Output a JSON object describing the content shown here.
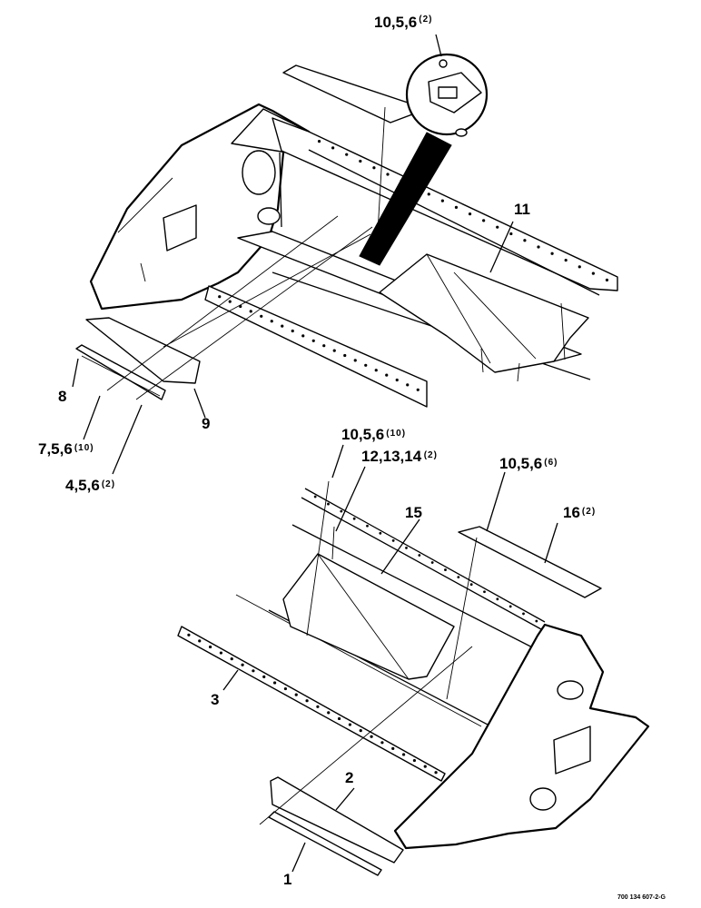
{
  "callouts": {
    "c_10_5_6_detail": {
      "text": "10,5,6",
      "qty": "(2)"
    },
    "c_11": {
      "text": "11",
      "qty": ""
    },
    "c_8": {
      "text": "8",
      "qty": ""
    },
    "c_9": {
      "text": "9",
      "qty": ""
    },
    "c_7_5_6": {
      "text": "7,5,6",
      "qty": "(10)"
    },
    "c_4_5_6": {
      "text": "4,5,6",
      "qty": "(2)"
    },
    "c_10_5_6_lower": {
      "text": "10,5,6",
      "qty": "(10)"
    },
    "c_12_13_14": {
      "text": "12,13,14",
      "qty": "(2)"
    },
    "c_10_5_6_right": {
      "text": "10,5,6",
      "qty": "(6)"
    },
    "c_15": {
      "text": "15",
      "qty": ""
    },
    "c_16": {
      "text": "16",
      "qty": "(2)"
    },
    "c_3": {
      "text": "3",
      "qty": ""
    },
    "c_2": {
      "text": "2",
      "qty": ""
    },
    "c_1": {
      "text": "1",
      "qty": ""
    }
  },
  "drawing_number": "700 134 607-2-G"
}
